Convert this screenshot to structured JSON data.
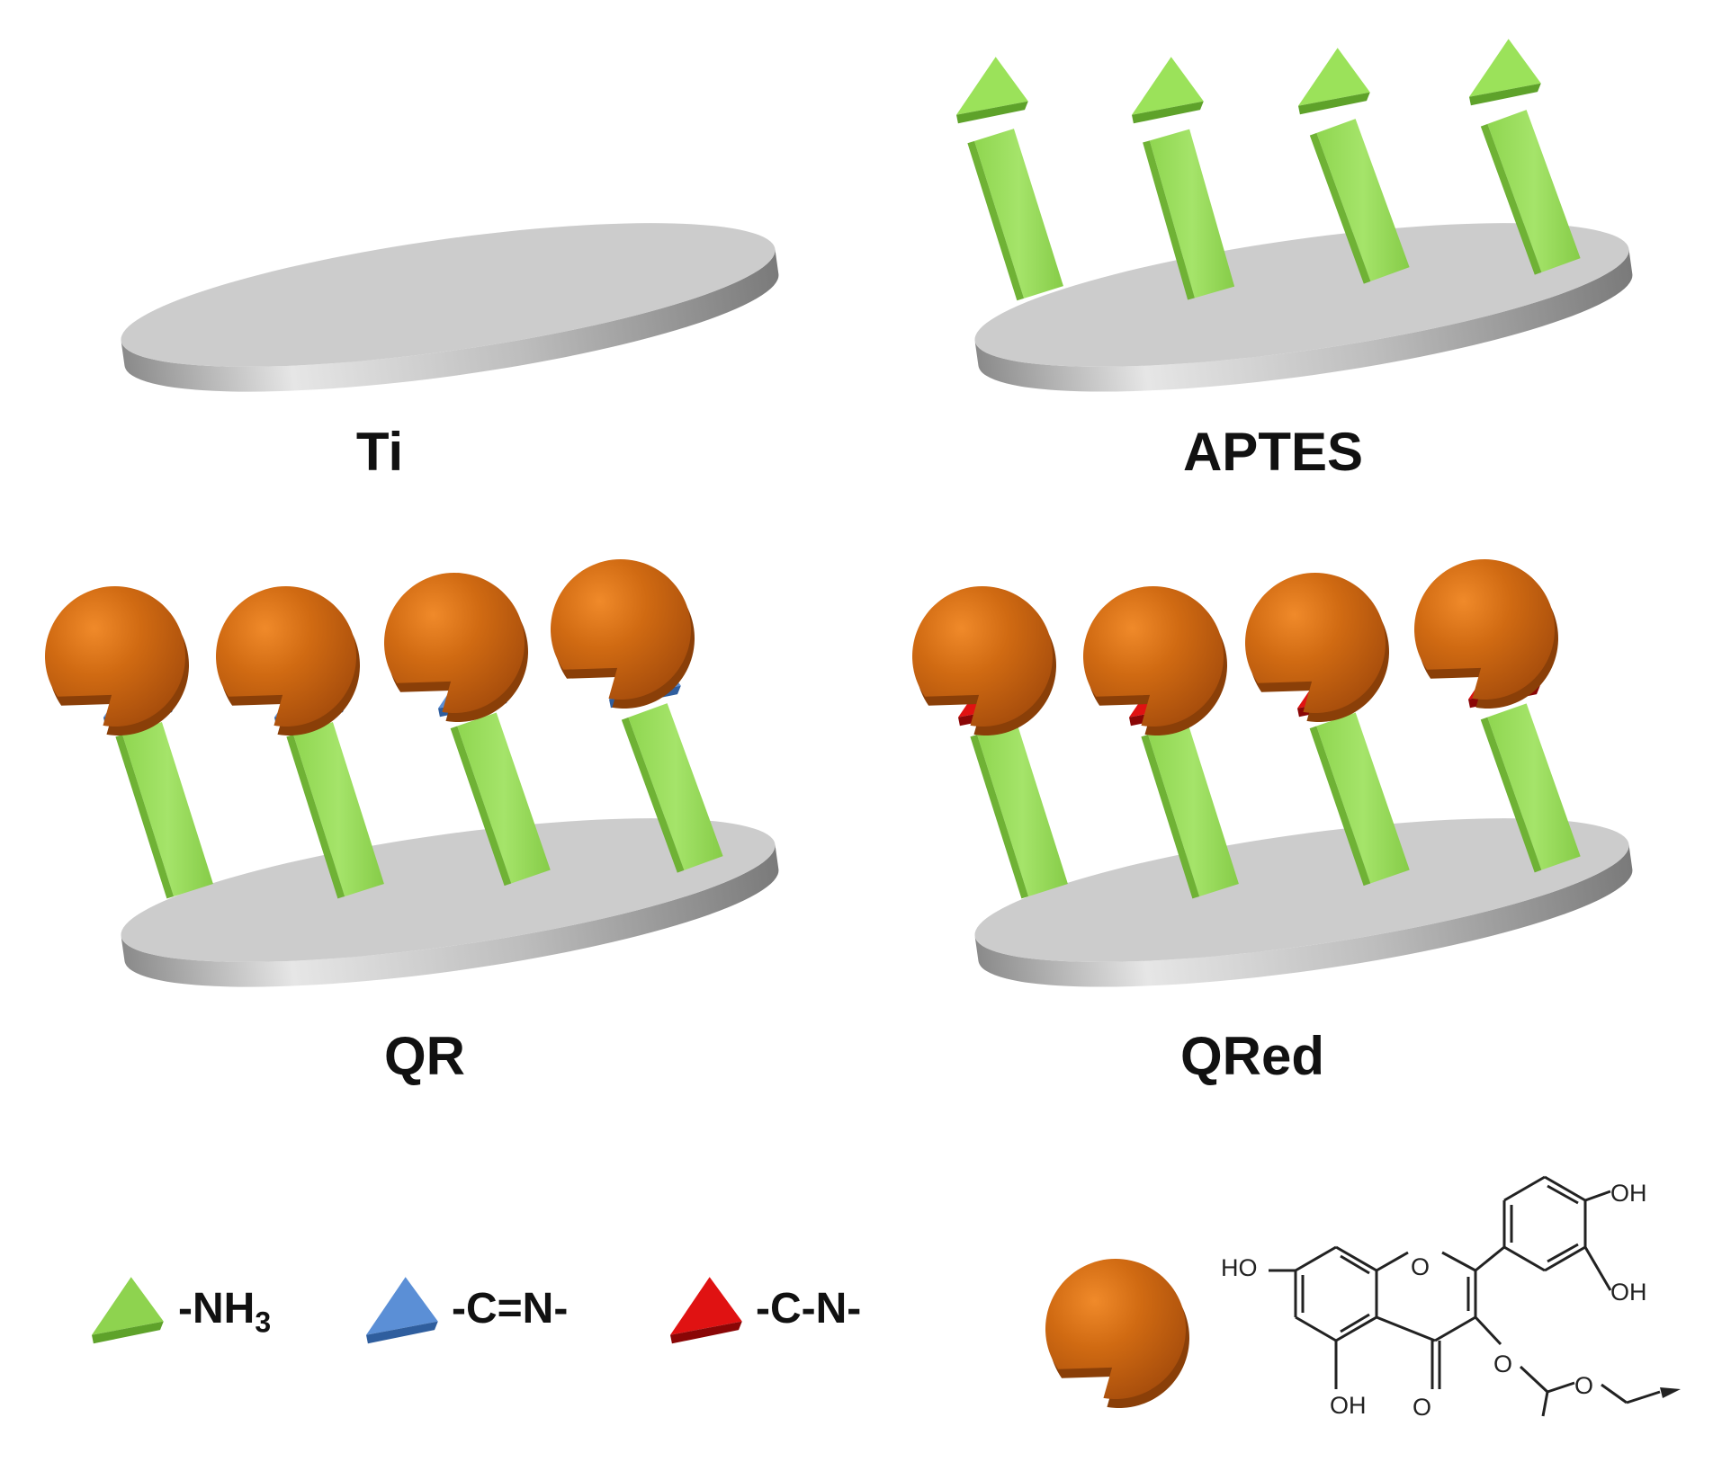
{
  "panels": [
    {
      "label": "Ti"
    },
    {
      "label": "APTES"
    },
    {
      "label": "QR"
    },
    {
      "label": "QRed"
    }
  ],
  "legend": {
    "nh3": {
      "prefix": "-NH",
      "sub": "3",
      "color": "#8ed34f"
    },
    "imine": {
      "text": "-C=N-",
      "color": "#5b8fd6"
    },
    "amine": {
      "text": "-C-N-",
      "color": "#e01212"
    }
  },
  "molecule": {
    "ho_left": "HO",
    "ring_o": "O",
    "oh_top": "OH",
    "oh_mid": "OH",
    "oh_bottom": "OH",
    "carbonyl_o": "O",
    "ether_o": "O",
    "ring_o2": "O"
  },
  "colors": {
    "disk": "#cccccc",
    "stick": "#99dd5c",
    "quercetin": "#b8560f",
    "imine": "#5b8fd6",
    "amine": "#e01212"
  }
}
